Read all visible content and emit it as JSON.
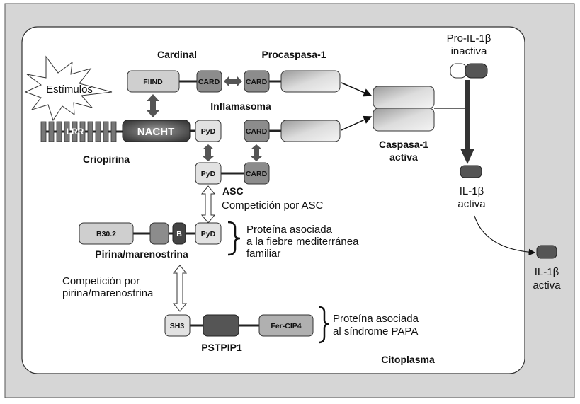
{
  "colors": {
    "background": "#d6d6d6",
    "cell": "#ffffff",
    "light_domain": "#cfcfcf",
    "card_domain": "#8c8c8c",
    "dark_domain": "#555555"
  },
  "labels": {
    "stimulus": "Estímulos",
    "cardinal": "Cardinal",
    "procaspase": "Procaspasa-1",
    "inflammasome": "Inflamasoma",
    "cryopyrin": "Criopirina",
    "asc": "ASC",
    "asc_competition": "Competición por ASC",
    "pyrin": "Pirina/marenostrina",
    "pyrin_protein": [
      "Proteína asociada",
      "a la fiebre mediterránea",
      "familiar"
    ],
    "pyrin_competition": [
      "Competición por",
      "pirina/marenostrina"
    ],
    "pstpip1": "PSTPIP1",
    "pstpip1_protein": [
      "Proteína asociada",
      "al síndrome PAPA"
    ],
    "cytoplasm": "Citoplasma",
    "caspase_active": [
      "Caspasa-1",
      "activa"
    ],
    "pro_il1b": [
      "Pro-IL-1β",
      "inactiva"
    ],
    "il1b_active": [
      "IL-1β",
      "activa"
    ],
    "il1b_secreted": [
      "IL-1β",
      "activa"
    ]
  },
  "domains": {
    "fiind": "FIIND",
    "card": "CARD",
    "lrr": "LRR",
    "nacht": "NACHT",
    "pyd": "PyD",
    "b302": "B30.2",
    "b": "B",
    "sh3": "SH3",
    "fercip4": "Fer-CIP4"
  }
}
